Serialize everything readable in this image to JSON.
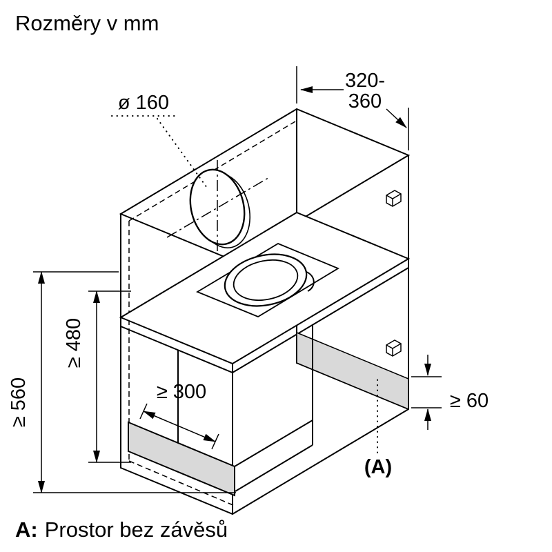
{
  "title": "Rozměry v mm",
  "drawing": {
    "dims": {
      "duct": "ø 160",
      "depth1": "320-",
      "depth2": "360",
      "height_outer": "≥ 560",
      "height_inner": "≥ 480",
      "depth_bottom": "≥ 300",
      "hinge_free": "≥ 60",
      "area": "(A)"
    }
  },
  "legend": {
    "key": "A:",
    "text": "Prostor bez závěsů"
  },
  "colors": {
    "line": "#000000",
    "shade": "#d9d9d9",
    "bg": "#ffffff"
  }
}
